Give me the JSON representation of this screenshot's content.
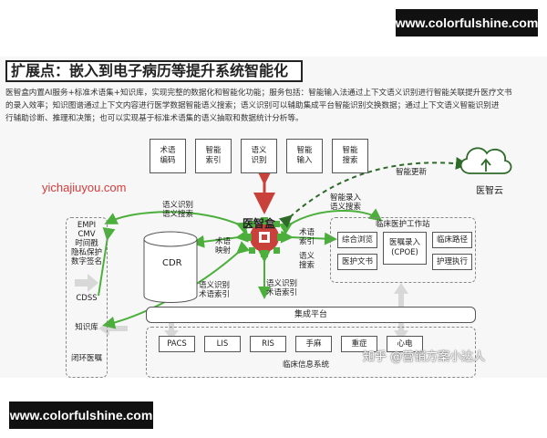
{
  "watermark": {
    "top_text": "www.colorfulshine.com",
    "bottom_text": "www.colorfulshine.com"
  },
  "title": "扩展点：嵌入到电子病历等提升系统智能化",
  "description": [
    "医智盒内置AI服务+标准术语集+知识库，实现完整的数据化和智能化功能；服务包括：智能输入法通过上下文语义识别进行智能关联提升医疗文书",
    "的录入效率；知识图谱通过上下文内容进行医学数据智能语义搜索；语义识别可以辅助集成平台智能识别交换数据；通过上下文语义智能识别进",
    "行辅助诊断、推理和决策；也可以实现基于标准术语集的语义抽取和数据统计分析等。"
  ],
  "site_watermark": "yichajiuyou.com",
  "services": [
    "术语\n编码",
    "智能\n索引",
    "语义\n识别",
    "智能\n输入",
    "智能\n搜索"
  ],
  "hub": {
    "label": "医智盒"
  },
  "cloud": {
    "label": "医智云",
    "update_label": "智能更新"
  },
  "left_column": {
    "items": [
      "EMPI\nCMV\n时间戳\n隐私保护\n数字签名",
      "CDSS",
      "知识库",
      "闭环医嘱"
    ]
  },
  "cdr": {
    "label": "CDR"
  },
  "workstation": {
    "title": "临床医护工作站",
    "items": [
      "综合浏览",
      "医嘱录入\n(CPOE)",
      "临床路径",
      "医护文书",
      "护理执行"
    ]
  },
  "integration": {
    "label": "集成平台"
  },
  "his": {
    "title": "临床信息系统",
    "items": [
      "PACS",
      "LIS",
      "RIS",
      "手麻",
      "重症",
      "心电"
    ]
  },
  "annotations": {
    "left_top": "语义识别\n语义搜索",
    "cdr_mapping": "术语\n映射",
    "ws_index": "术语\n索引",
    "ws_search": "语义\n搜索",
    "ws_input": "智能录入\n语义搜索",
    "bottom_left": "语义识别\n术语索引",
    "bottom_right": "语义识别\n术语索引"
  },
  "zhihu": "知乎 @营销方案小达人",
  "colors": {
    "green": "#4caf3c",
    "red": "#c8413a",
    "gray_arrow": "#cfcfcf",
    "dark_green": "#2e6b2a"
  }
}
